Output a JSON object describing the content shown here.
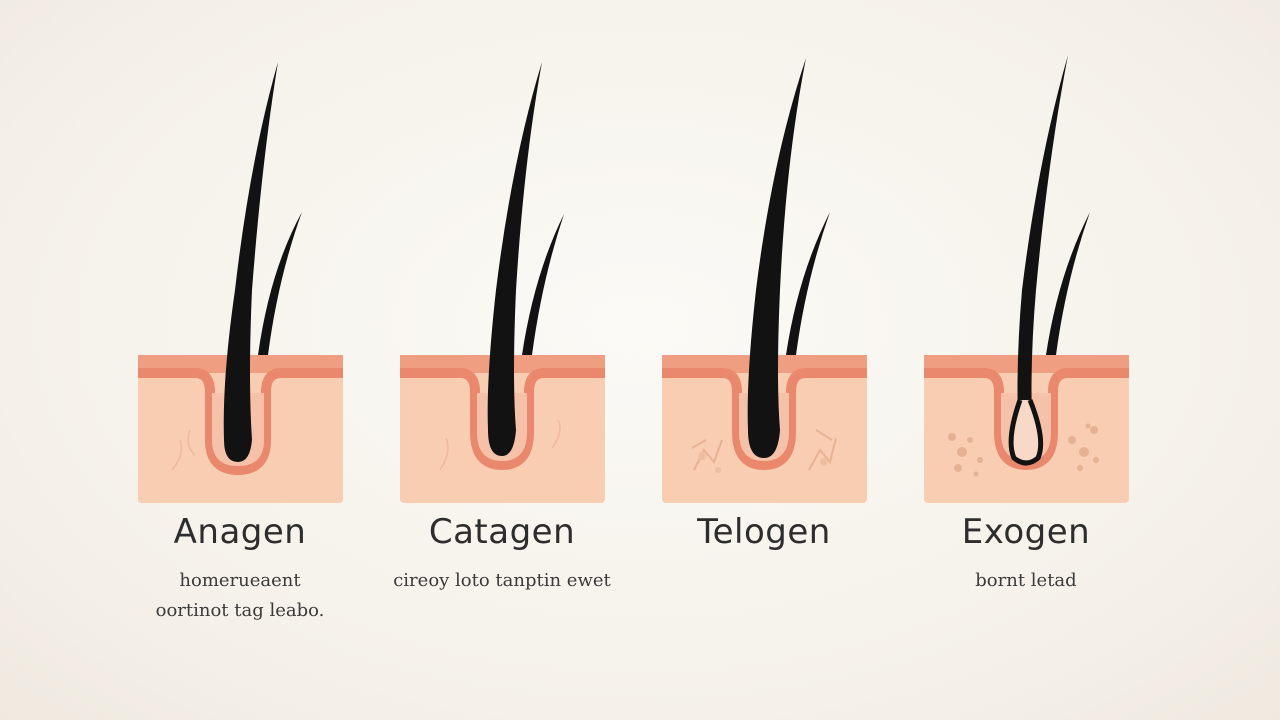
{
  "stages": [
    {
      "title": "Anagen",
      "description_lines": [
        "homerueaent",
        "oortinot tag leabo."
      ]
    },
    {
      "title": "Catagen",
      "description_lines": [
        "cireoy loto tanptin ewet"
      ]
    },
    {
      "title": "Telogen",
      "description_lines": []
    },
    {
      "title": "Exogen",
      "description_lines": [
        "bornt letad"
      ]
    }
  ],
  "colors": {
    "skin": "#f8cdb2",
    "skin_light": "#fbdcc7",
    "epidermis": "#ee9b80",
    "hair": "#121212"
  }
}
